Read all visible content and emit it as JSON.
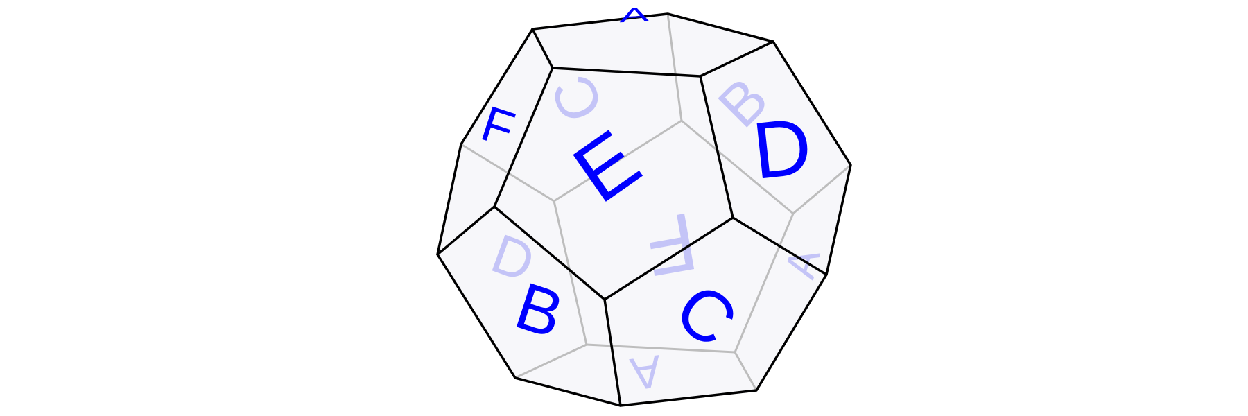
{
  "colors": {
    "front_letter": "#0000ff",
    "back_letter": "#c4c4f7",
    "front_edge": "#000000",
    "hidden_edge": "#bdbdbd",
    "body_fill": "#f7f7fa"
  },
  "front_labels": {
    "center": "E",
    "top": "A",
    "left": "F",
    "right": "D",
    "bottom_left": "B",
    "bottom_right": "C"
  },
  "back_labels": {
    "top_left": "C",
    "top_right": "B",
    "center": "F",
    "left": "D",
    "right": "A",
    "bottom": "A"
  }
}
